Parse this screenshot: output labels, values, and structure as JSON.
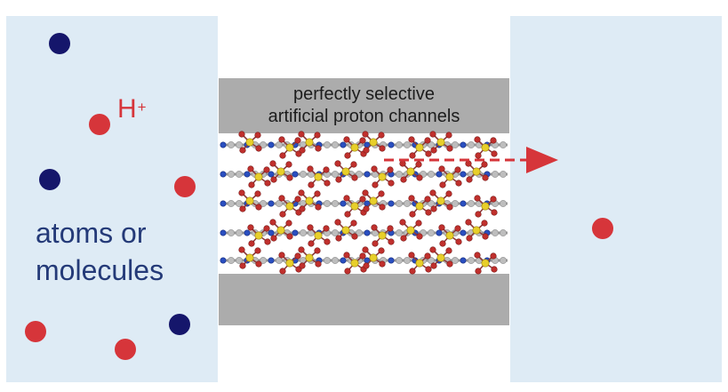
{
  "membrane": {
    "title_line1": "perfectly selective",
    "title_line2": "artificial proton channels"
  },
  "proton": {
    "label": "H",
    "charge": "+"
  },
  "reservoir": {
    "left_label_line1": "atoms or",
    "left_label_line2": "molecules"
  },
  "colors": {
    "reservoir": "#deebf5",
    "membrane": "#acacac",
    "proton": "#d6353a",
    "atom": "#15166b",
    "label_blue": "#243a78",
    "arrow": "#d6353a"
  },
  "icons": {
    "arrow": "dashed-right-arrow-icon"
  }
}
